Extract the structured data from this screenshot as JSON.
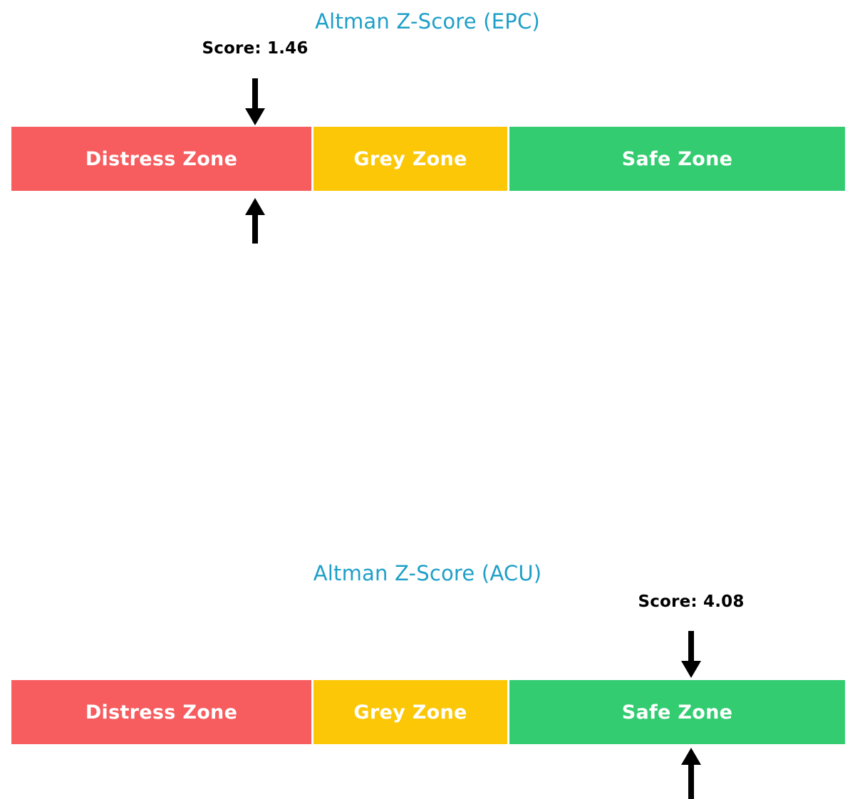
{
  "chart_data": [
    {
      "type": "bar",
      "title": "Altman Z-Score (EPC)",
      "subtitle": "",
      "xlabel": "",
      "ylabel": "",
      "orientation": "horizontal",
      "grid": false,
      "legend": "none",
      "score_value": 1.46,
      "score_label": "Score: 1.46",
      "marker_zone": "Distress Zone",
      "marker_position_pct": 29.2,
      "categories": [
        "Distress Zone",
        "Grey Zone",
        "Safe Zone"
      ],
      "values": [
        36.0,
        23.3,
        40.7
      ],
      "colors": [
        "#f75c5f",
        "#fbc707",
        "#33cc71"
      ],
      "title_color": "#1e9fc8",
      "label_color": "#ffffff",
      "marker_color": "#000000"
    },
    {
      "type": "bar",
      "title": "Altman Z-Score (ACU)",
      "subtitle": "",
      "xlabel": "",
      "ylabel": "",
      "orientation": "horizontal",
      "grid": false,
      "legend": "none",
      "score_value": 4.08,
      "score_label": "Score: 4.08",
      "marker_zone": "Safe Zone",
      "marker_position_pct": 81.5,
      "categories": [
        "Distress Zone",
        "Grey Zone",
        "Safe Zone"
      ],
      "values": [
        36.0,
        23.3,
        40.7
      ],
      "colors": [
        "#f75c5f",
        "#fbc707",
        "#33cc71"
      ],
      "title_color": "#1e9fc8",
      "label_color": "#ffffff",
      "marker_color": "#000000"
    }
  ],
  "panels": [
    {
      "id": "epc",
      "title": "Altman Z-Score (EPC)",
      "score_label": "Score: 1.46",
      "zones": [
        {
          "label": "Distress Zone",
          "color": "#f75c5f"
        },
        {
          "label": "Grey Zone",
          "color": "#fbc707"
        },
        {
          "label": "Safe Zone",
          "color": "#33cc71"
        }
      ],
      "marker_down_icon": "arrow-down-icon",
      "marker_up_icon": "arrow-up-icon"
    },
    {
      "id": "acu",
      "title": "Altman Z-Score (ACU)",
      "score_label": "Score: 4.08",
      "zones": [
        {
          "label": "Distress Zone",
          "color": "#f75c5f"
        },
        {
          "label": "Grey Zone",
          "color": "#fbc707"
        },
        {
          "label": "Safe Zone",
          "color": "#33cc71"
        }
      ],
      "marker_down_icon": "arrow-down-icon",
      "marker_up_icon": "arrow-up-icon"
    }
  ],
  "theme": {
    "background": "#ffffff",
    "title_color": "#1e9fc8",
    "score_text_color": "#000000",
    "zone_text_color": "#ffffff",
    "distress_color": "#f75c5f",
    "grey_color": "#fbc707",
    "safe_color": "#33cc71",
    "arrow_color": "#000000"
  }
}
